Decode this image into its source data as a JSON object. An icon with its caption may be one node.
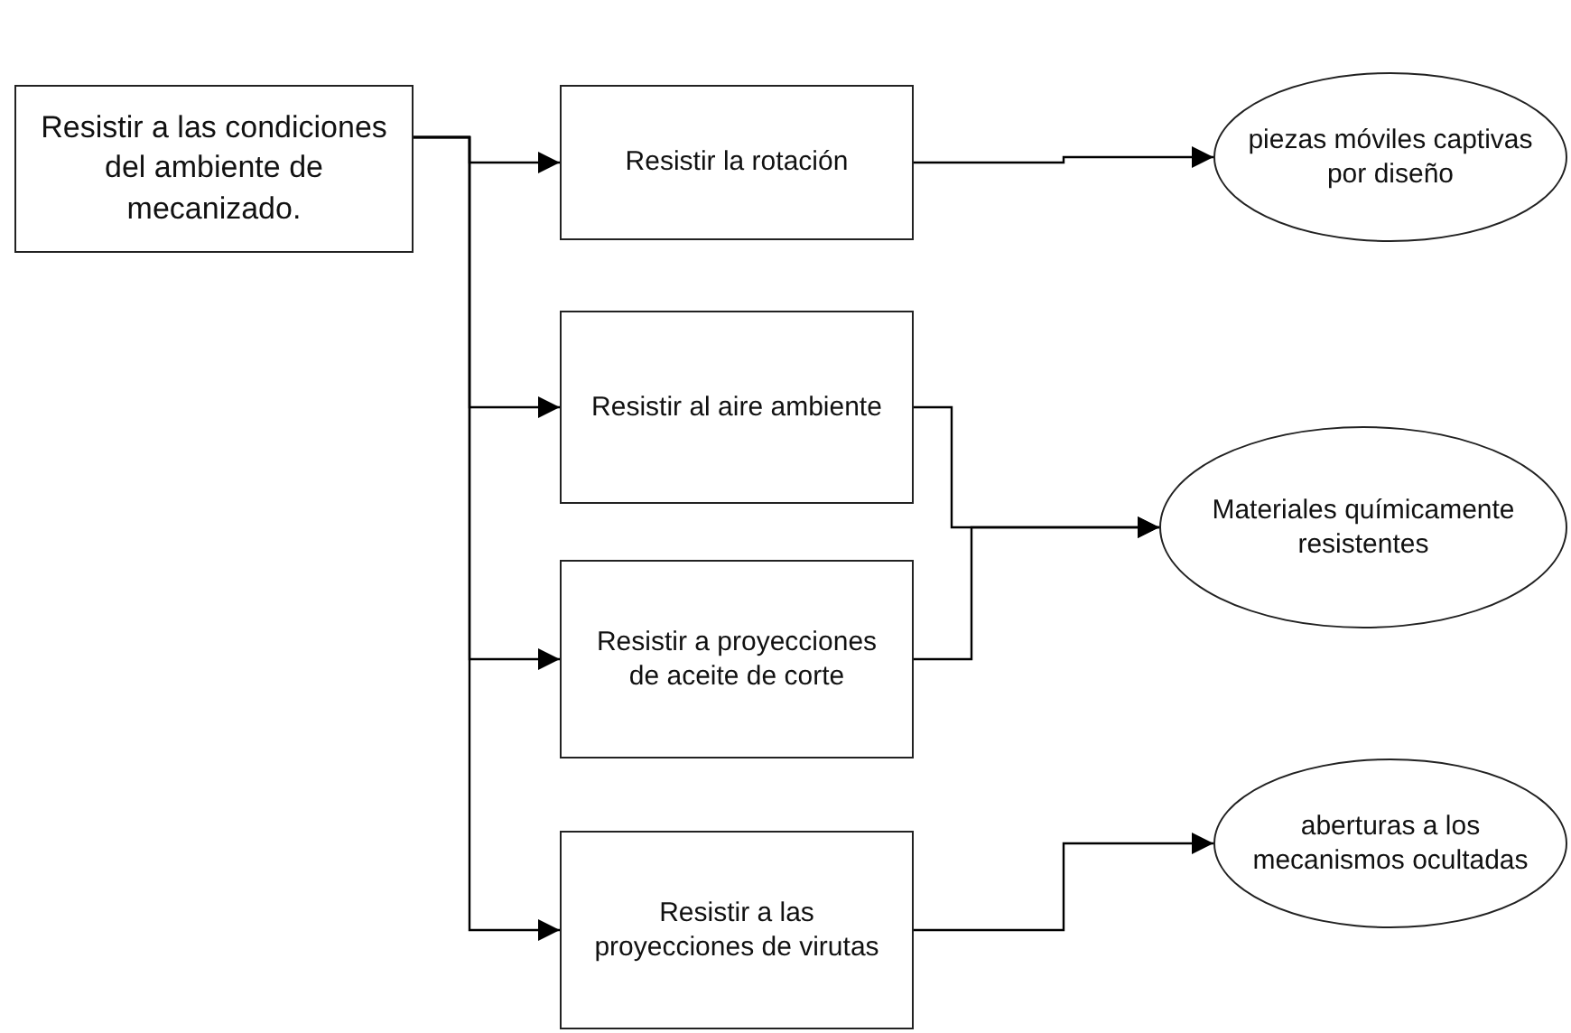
{
  "diagram": {
    "nodes": [
      {
        "text": [
          "Resistir a las condiciones del ambiente de mecanizado."
        ]
      },
      {
        "text": [
          "Resistir la rotación"
        ]
      },
      {
        "text": [
          "piezas móviles captivas por diseño"
        ]
      },
      {
        "text": [
          "Resistir al aire ambiente"
        ]
      },
      {
        "text": [
          "Materiales químicamente resistentes"
        ]
      },
      {
        "text": [
          "Resistir a proyecciones de aceite de corte"
        ]
      },
      {
        "text": [
          "Resistir a las proyecciones de virutas"
        ]
      },
      {
        "text": [
          "aberturas a los mecanismos ocultadas"
        ]
      }
    ],
    "edges": [
      {
        "from": 0,
        "to": 1,
        "arrow": "to"
      },
      {
        "from": 0,
        "to": 3,
        "arrow": "to"
      },
      {
        "from": 0,
        "to": 5,
        "arrow": "to"
      },
      {
        "from": 0,
        "to": 6,
        "arrow": "to"
      },
      {
        "from": 1,
        "to": 2,
        "arrow": "to"
      },
      {
        "from": 3,
        "to": 4,
        "arrow": "to"
      },
      {
        "from": 5,
        "to": 4,
        "arrow": "to"
      },
      {
        "from": 6,
        "to": 7,
        "arrow": "to"
      }
    ]
  }
}
